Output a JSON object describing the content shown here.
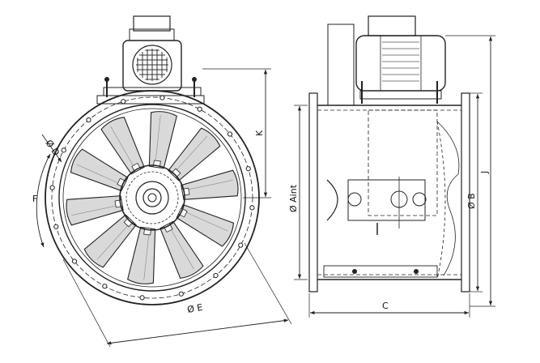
{
  "labels": {
    "d": "Ø D",
    "f": "F",
    "e": "Ø E",
    "k": "K",
    "aint": "Ø Aint",
    "b": "Ø B",
    "j": "J",
    "c": "C"
  },
  "colors": {
    "line": "#222222",
    "fill_light": "#eeeeee",
    "fill_mid": "#d9d9d9",
    "fill_dark": "#b5b5b5"
  },
  "fan": {
    "blade_count": 10,
    "bolt_count": 16
  }
}
